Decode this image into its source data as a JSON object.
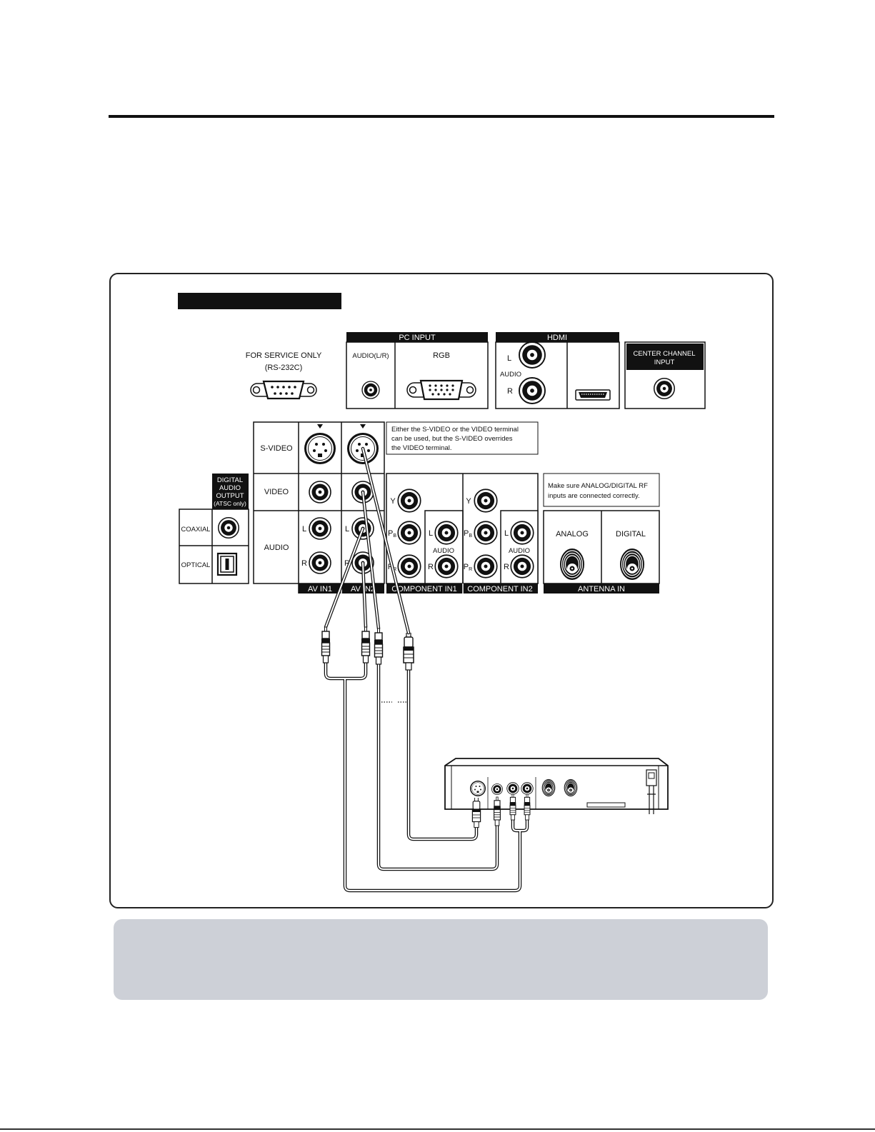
{
  "service_port": {
    "label": "FOR SERVICE ONLY",
    "sublabel": "(RS-232C)"
  },
  "pc_input": {
    "title": "PC INPUT",
    "audio_label": "AUDIO(L/R)",
    "rgb_label": "RGB"
  },
  "hdmi": {
    "title": "HDMI",
    "left": "L",
    "audio": "AUDIO",
    "right": "R"
  },
  "center_channel": {
    "line1": "CENTER CHANNEL",
    "line2": "INPUT"
  },
  "svideo_note": {
    "lines": [
      "Either the S-VIDEO or the VIDEO terminal",
      "can be used, but the S-VIDEO overrides",
      "the VIDEO terminal."
    ]
  },
  "av_input": {
    "svideo": "S-VIDEO",
    "video": "VIDEO",
    "audio": "AUDIO",
    "left": "L",
    "right": "R",
    "in1": "AV IN1",
    "in2": "AV IN2"
  },
  "digital_audio": {
    "header": [
      "DIGITAL",
      "AUDIO",
      "OUTPUT",
      "(ATSC only)"
    ],
    "coaxial": "COAXIAL",
    "optical": "OPTICAL"
  },
  "component": {
    "y": "Y",
    "pb": {
      "main": "P",
      "sub": "B"
    },
    "pr": {
      "main": "P",
      "sub": "R"
    },
    "left": "L",
    "right": "R",
    "audio": "AUDIO",
    "in1": "COMPONENT IN1",
    "in2": "COMPONENT IN2"
  },
  "rf_note": {
    "lines": [
      "Make sure ANALOG/DIGITAL RF",
      "inputs are connected correctly."
    ]
  },
  "antenna": {
    "analog": "ANALOG",
    "digital": "DIGITAL",
    "title": "ANTENNA IN"
  },
  "colors": {
    "ink": "#111111",
    "note_panel": "#cdd0d7"
  }
}
